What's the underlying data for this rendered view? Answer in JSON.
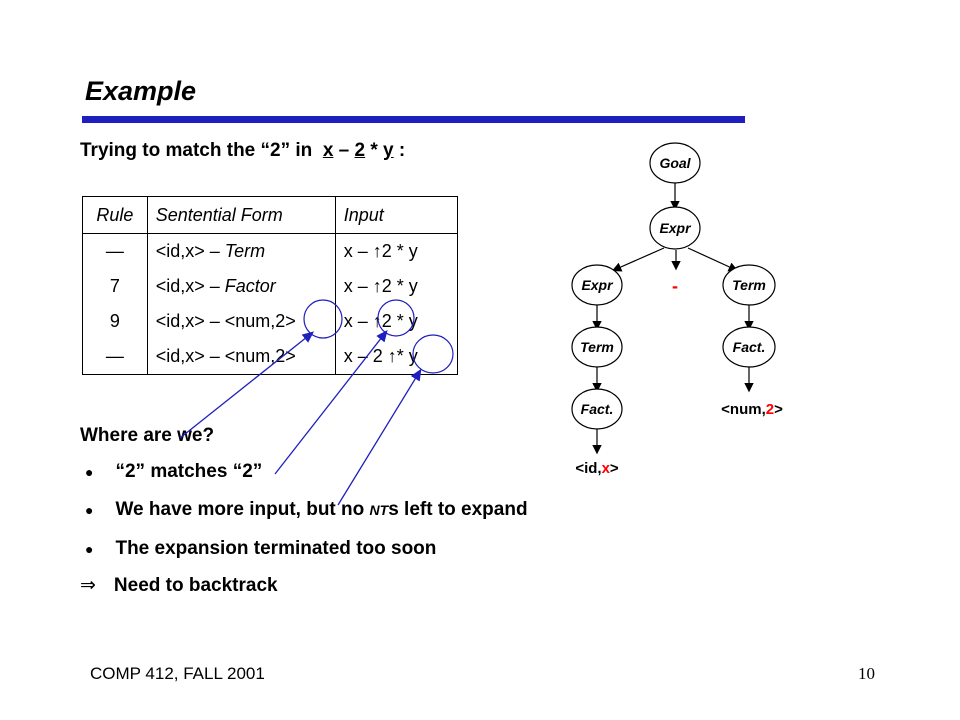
{
  "slide": {
    "title": "Example",
    "subtitle_prefix": "Trying to match the “2” in",
    "subtitle_x": "x",
    "subtitle_minus": " – ",
    "subtitle_2": "2",
    "subtitle_star": " * ",
    "subtitle_y": "y",
    "subtitle_colon": " :"
  },
  "table": {
    "headers": [
      "Rule",
      "Sentential Form",
      "Input"
    ],
    "rows": [
      {
        "rule": "—",
        "form_prefix": "<id,x> – ",
        "form_italic": "Term",
        "input": "x – ↑2 * y"
      },
      {
        "rule": "7",
        "form_prefix": "<id,x> – ",
        "form_italic": "Factor",
        "input": "x – ↑2 * y"
      },
      {
        "rule": "9",
        "form_prefix": "<id,x> – <num,2>",
        "form_italic": "",
        "input": "x – ↑2 * y"
      },
      {
        "rule": "—",
        "form_prefix": "<id,x> – <num,2>",
        "form_italic": "",
        "input": "x – 2 ↑* y"
      }
    ]
  },
  "where": {
    "heading": "Where are we?",
    "bullets": [
      "“2” matches “2”",
      "We have more input, but no ",
      "The expansion terminated too soon"
    ],
    "nt_label": "NT",
    "nt_suffix": "s left to expand",
    "conclusion": "Need to backtrack",
    "implies_symbol": "⇒"
  },
  "tree": {
    "goal": "Goal",
    "expr_root": "Expr",
    "expr_left": "Expr",
    "minus": "-",
    "term_right": "Term",
    "term_left": "Term",
    "fact_right": "Fact.",
    "fact_left": "Fact.",
    "num_prefix": "<num,",
    "num_value": "2",
    "num_suffix": ">",
    "id_prefix": "<id,",
    "id_value": "x",
    "id_suffix": ">",
    "accent_color": "#ff0000"
  },
  "footer": {
    "course": "COMP 412, FALL 2001",
    "page": "10"
  }
}
